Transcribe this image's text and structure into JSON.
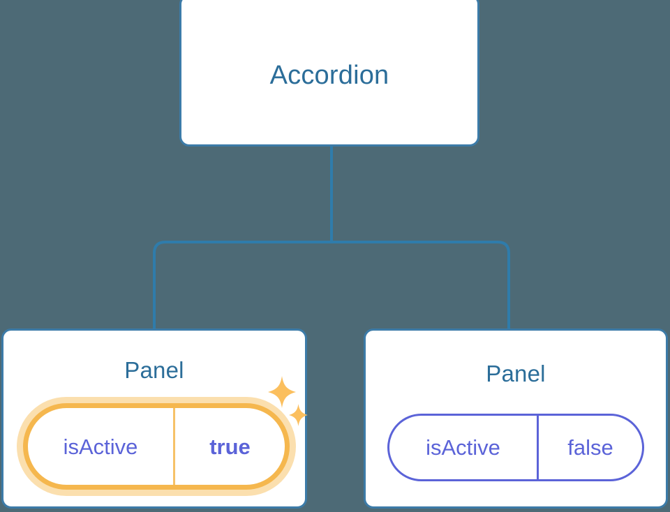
{
  "diagram": {
    "type": "component-tree",
    "background_color": "#4d6a76",
    "node_border_color": "#3c7ba8",
    "node_title_color": "#2b6d99",
    "connector_color": "#2f7cab",
    "highlight_color": "#f5b74e",
    "highlight_glow_color": "#fbdfae",
    "prop_color": "#5b63d8",
    "root": {
      "title": "Accordion"
    },
    "children": [
      {
        "title": "Panel",
        "highlighted": true,
        "prop": {
          "key": "isActive",
          "value": "true"
        },
        "sparkles": [
          {
            "name": "sparkle-large-icon"
          },
          {
            "name": "sparkle-small-icon"
          }
        ]
      },
      {
        "title": "Panel",
        "highlighted": false,
        "prop": {
          "key": "isActive",
          "value": "false"
        }
      }
    ]
  }
}
